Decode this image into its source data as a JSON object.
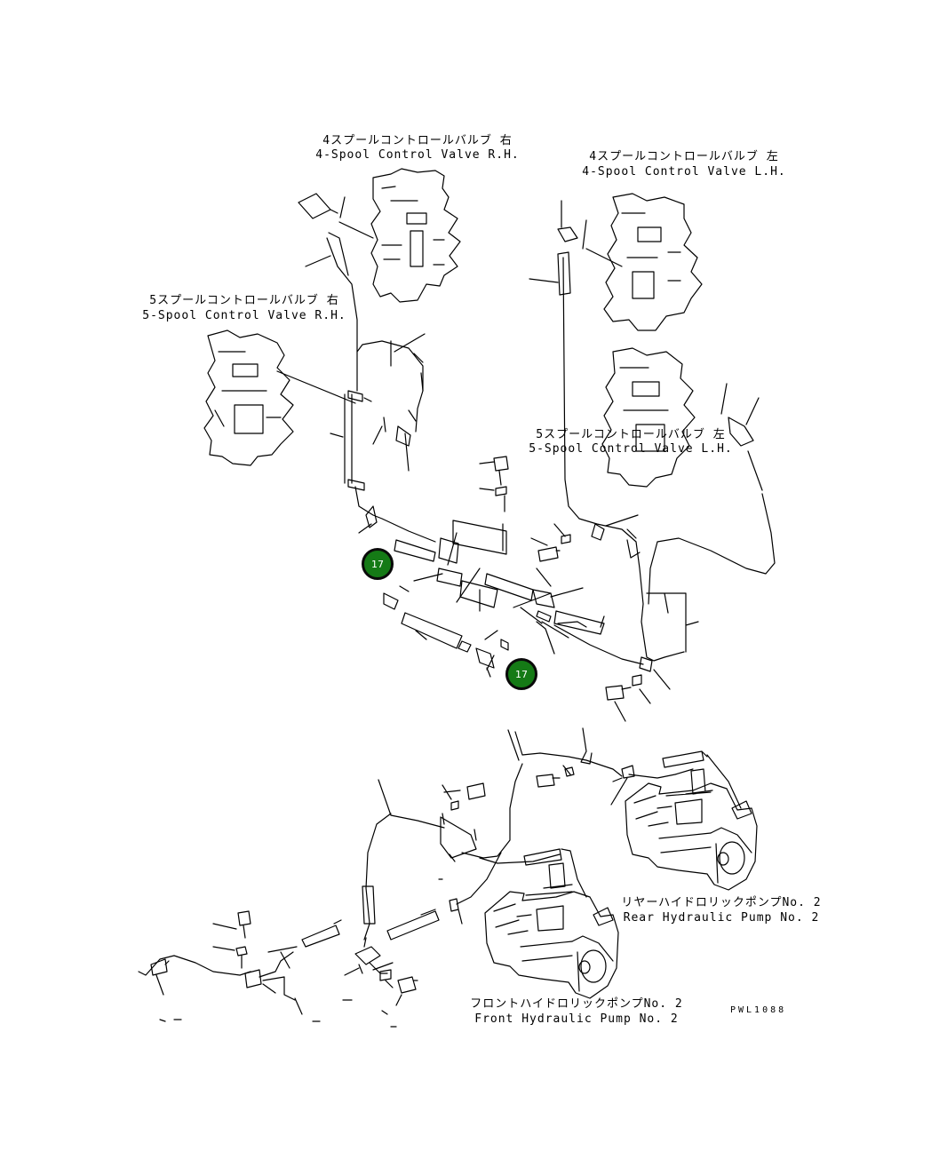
{
  "labels": {
    "valve4_rh_jp": "4スプールコントロールバルブ 右",
    "valve4_rh_en": "4-Spool Control Valve R.H.",
    "valve4_lh_jp": "4スプールコントロールバルブ 左",
    "valve4_lh_en": "4-Spool Control Valve L.H.",
    "valve5_rh_jp": "5スプールコントロールバルブ 右",
    "valve5_rh_en": "5-Spool Control Valve R.H.",
    "valve5_lh_jp": "5スプールコントロールバルブ 左",
    "valve5_lh_en": "5-Spool Control Valve L.H.",
    "rear_pump_jp": "リヤーハイドロリックポンプNo. 2",
    "rear_pump_en": "Rear Hydraulic Pump No. 2",
    "front_pump_jp": "フロントハイドロリックポンプNo. 2",
    "front_pump_en": "Front Hydraulic Pump No. 2",
    "drawing_code": "PWL1088"
  },
  "callouts": [
    {
      "number": "17",
      "color": "#157a16"
    },
    {
      "number": "17",
      "color": "#157a16"
    }
  ]
}
